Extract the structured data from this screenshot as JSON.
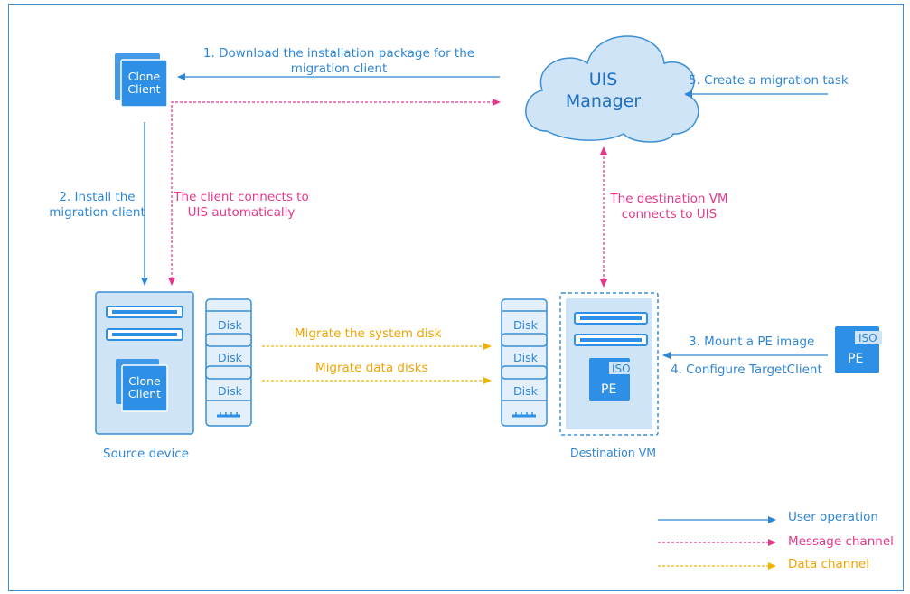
{
  "uis_manager": {
    "line1": "UIS",
    "line2": "Manager"
  },
  "clone_client": {
    "line1": "Clone",
    "line2": "Client"
  },
  "iso_label": "ISO",
  "pe_label": "PE",
  "disk_label": "Disk",
  "steps": {
    "step1_line1": "1. Download  the  installation  package  for  the",
    "step1_line2": "migration  client",
    "step2_line1": "2. Install  the",
    "step2_line2": "migration  client",
    "step3": "3. Mount  a PE  image",
    "step4": "4. Configure  TargetClient",
    "step5": "5. Create  a migration  task"
  },
  "messages": {
    "client_connect_line1": "The client  connects  to",
    "client_connect_line2": "UIS  automatically",
    "dest_connect_line1": "The destination  VM",
    "dest_connect_line2": "connects  to UIS"
  },
  "data_flows": {
    "system_disk": "Migrate  the  system  disk",
    "data_disks": "Migrate  data  disks"
  },
  "devices": {
    "source": "Source device",
    "destination": "Destination VM"
  },
  "legend": {
    "user_operation": "User  operation",
    "message_channel": "Message  channel",
    "data_channel": "Data  channel"
  },
  "colors": {
    "user_operation": "#2f86d6",
    "message_channel": "#e4388c",
    "data_channel": "#f0b400",
    "box_fill": "#cfe4f7",
    "icon_blue": "#2d8fe6"
  }
}
